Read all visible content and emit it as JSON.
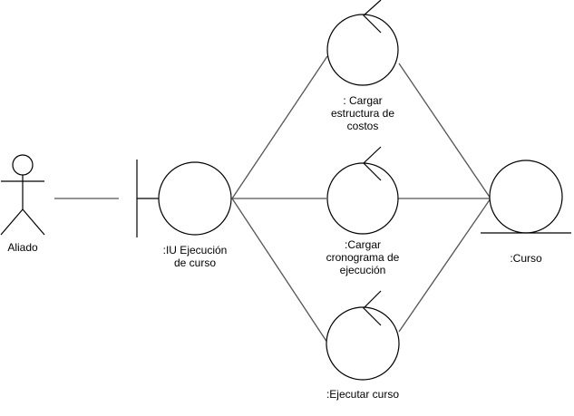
{
  "diagram": {
    "actor": {
      "label": "Aliado"
    },
    "boundary": {
      "label_line1": ":IU Ejecución",
      "label_line2": "de curso"
    },
    "controls": [
      {
        "line1": ": Cargar",
        "line2": "estructura de",
        "line3": "costos"
      },
      {
        "line1": ":Cargar",
        "line2": "cronograma de",
        "line3": "ejecución"
      },
      {
        "line1": ":Ejecutar curso"
      }
    ],
    "entity": {
      "label": ":Curso"
    }
  },
  "colors": {
    "stroke": "#000000",
    "connector": "#555555",
    "background": "#ffffff"
  }
}
